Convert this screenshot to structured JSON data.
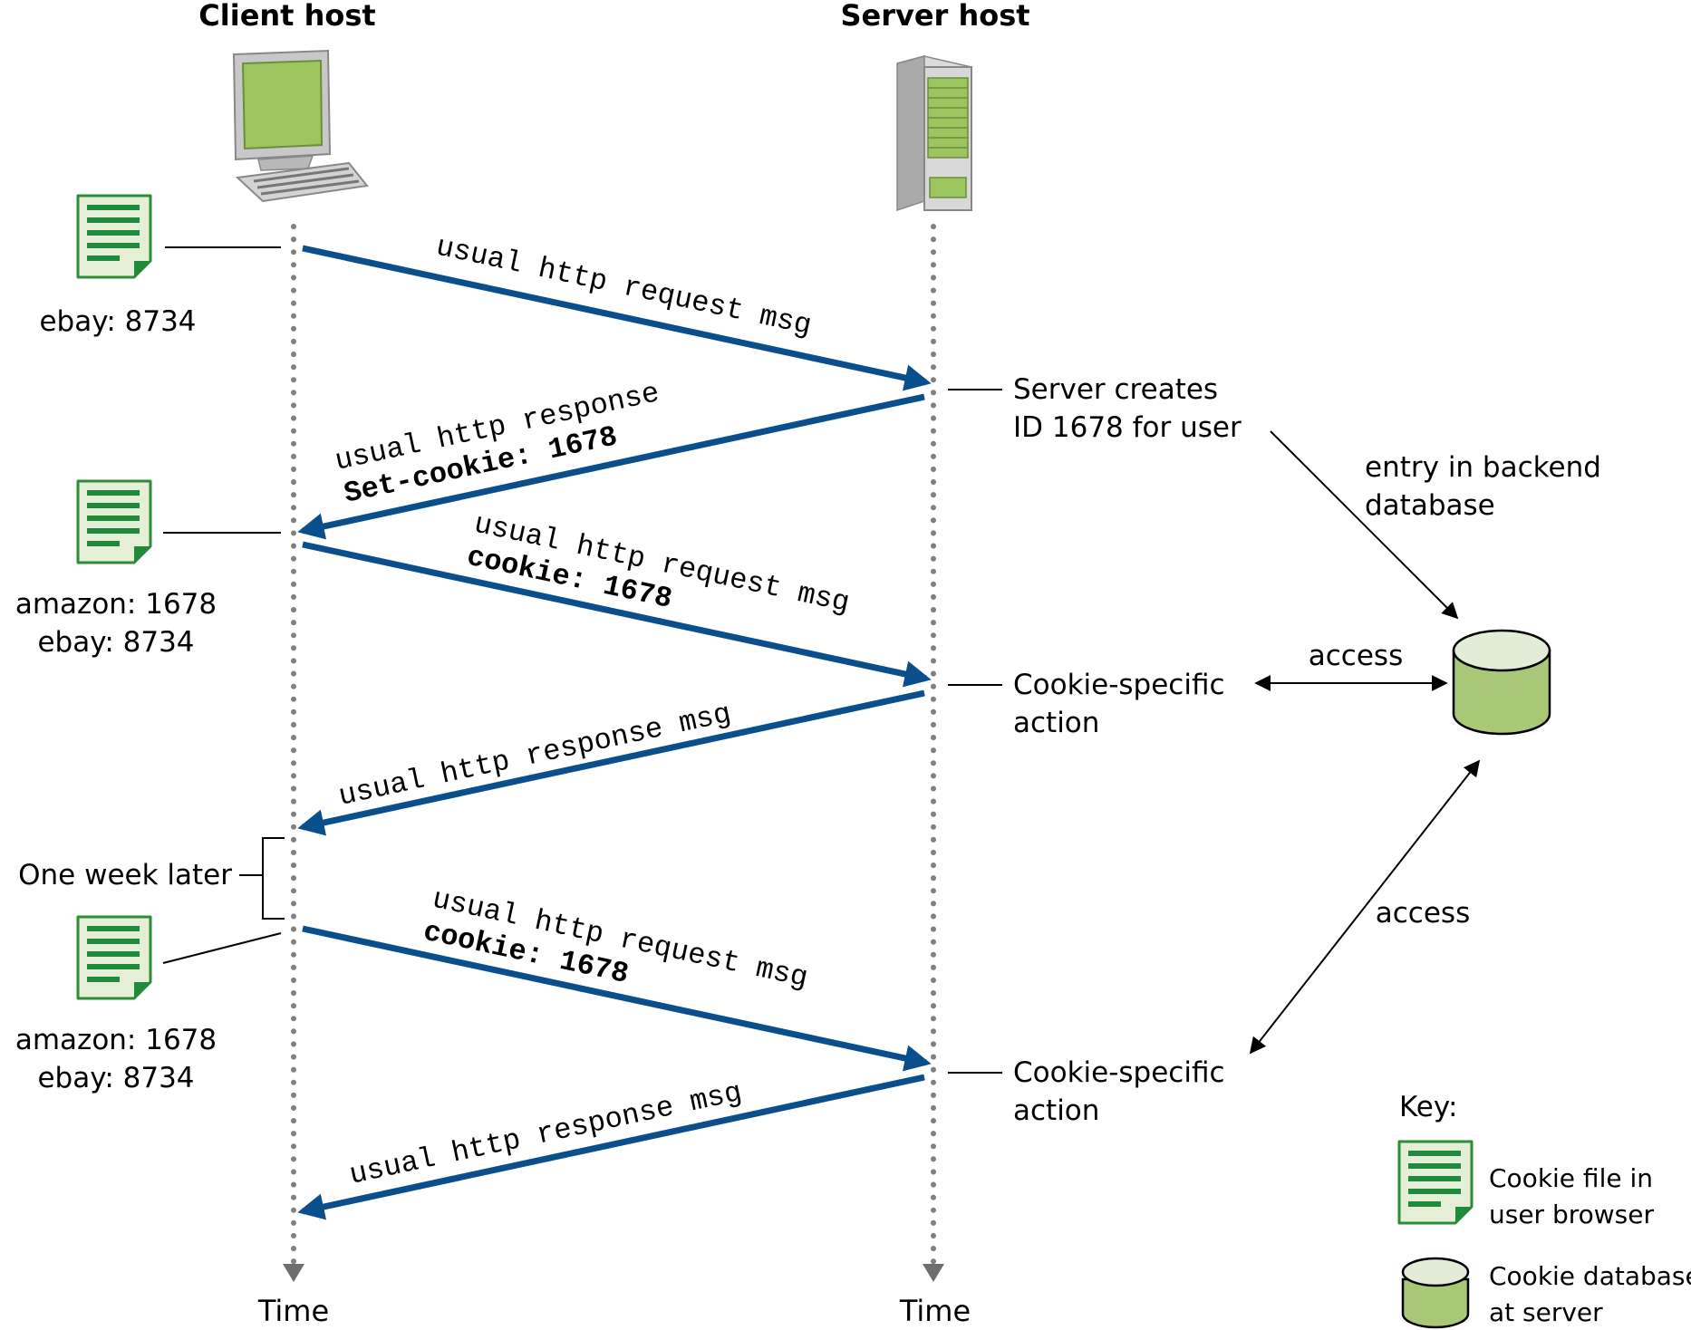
{
  "columns": {
    "client": "Client host",
    "server": "Server host",
    "time_label": "Time"
  },
  "client_cookie_files": [
    {
      "lines": [
        "ebay: 8734"
      ]
    },
    {
      "lines": [
        "amazon: 1678",
        "ebay: 8734"
      ]
    },
    {
      "lines": [
        "amazon: 1678",
        "ebay: 8734"
      ]
    }
  ],
  "messages": [
    {
      "direction": "client-to-server",
      "text": "usual http request msg",
      "bold": ""
    },
    {
      "direction": "server-to-client",
      "text": "usual http response",
      "bold": "Set-cookie: 1678"
    },
    {
      "direction": "client-to-server",
      "text": "usual http request msg",
      "bold": "cookie: 1678"
    },
    {
      "direction": "server-to-client",
      "text": "usual http response msg",
      "bold": ""
    },
    {
      "direction": "client-to-server",
      "text": "usual http request msg",
      "bold": "cookie: 1678"
    },
    {
      "direction": "server-to-client",
      "text": "usual http response msg",
      "bold": ""
    }
  ],
  "server_notes": [
    {
      "lines": [
        "Server creates",
        "ID 1678 for user"
      ]
    },
    {
      "lines": [
        "Cookie-specific",
        "action"
      ]
    },
    {
      "lines": [
        "Cookie-specific",
        "action"
      ]
    }
  ],
  "backend": {
    "entry_label": [
      "entry in backend",
      "database"
    ],
    "access_label_1": "access",
    "access_label_2": "access"
  },
  "one_week_later": "One week later",
  "key": {
    "title": "Key:",
    "cookie_file": [
      "Cookie file in",
      "user browser"
    ],
    "cookie_db": [
      "Cookie database",
      "at server"
    ]
  },
  "colors": {
    "arrow": "#0a4e8c",
    "file_fill": "#e4efd6",
    "file_border": "#2e8b3a",
    "file_lines": "#1f8a3c",
    "db_top": "#e2ecd6",
    "db_body": "#a8c878",
    "timeline": "#808080"
  }
}
